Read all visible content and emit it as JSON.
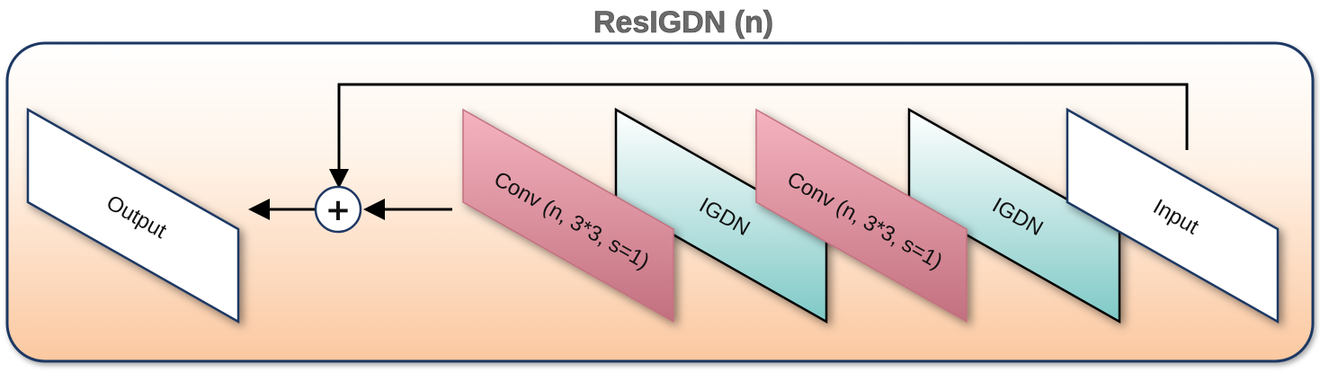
{
  "diagram": {
    "title": "ResIGDN (n)",
    "colors": {
      "container_border": "#1f3864",
      "container_top": "#ffffff",
      "container_bottom": "#fbc8a0",
      "conv_top": "#f5b3bf",
      "conv_bottom": "#c2707f",
      "igdn_top": "#ffffff",
      "igdn_bottom": "#7ec9c6",
      "io_fill": "#ffffff",
      "io_border": "#1f3864",
      "arrow": "#000000"
    },
    "blocks": [
      {
        "id": "output",
        "label": "Output",
        "kind": "io"
      },
      {
        "id": "conv1",
        "label": "Conv (n, 3*3, s=1)",
        "kind": "conv"
      },
      {
        "id": "igdn1",
        "label": "IGDN",
        "kind": "igdn"
      },
      {
        "id": "conv2",
        "label": "Conv (n, 3*3, s=1)",
        "kind": "conv"
      },
      {
        "id": "igdn2",
        "label": "IGDN",
        "kind": "igdn"
      },
      {
        "id": "input",
        "label": "Input",
        "kind": "io"
      }
    ],
    "sum_node": {
      "symbol": "+",
      "icon": "plus-circle-icon"
    }
  }
}
